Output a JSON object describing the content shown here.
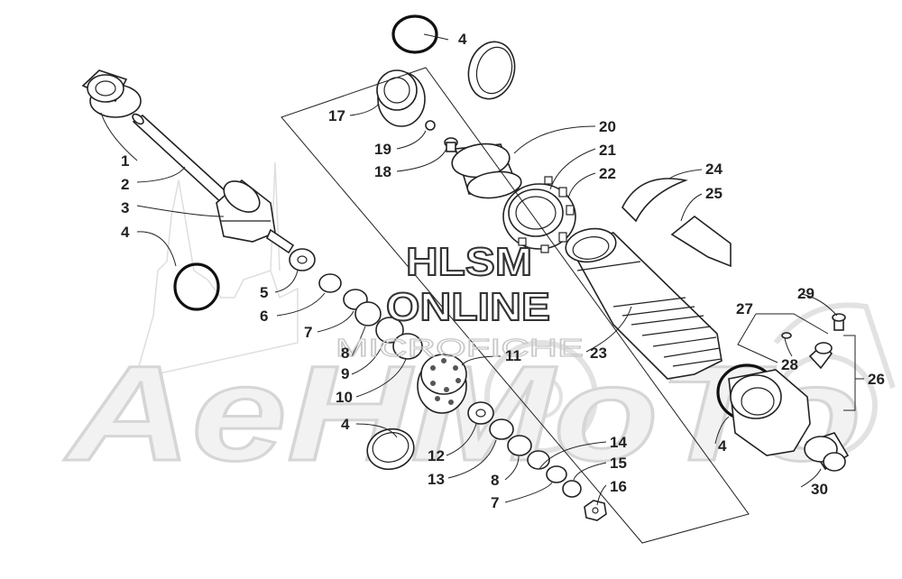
{
  "watermark": {
    "title_line1": "HLSM",
    "title_line2": "ONLINE",
    "subtitle": "MICROFICHE",
    "brand": "AeHMoTo"
  },
  "callouts": [
    {
      "id": "c1",
      "label": "1"
    },
    {
      "id": "c2",
      "label": "2"
    },
    {
      "id": "c3",
      "label": "3"
    },
    {
      "id": "c4a",
      "label": "4"
    },
    {
      "id": "c4b",
      "label": "4"
    },
    {
      "id": "c4c",
      "label": "4"
    },
    {
      "id": "c4d",
      "label": "4"
    },
    {
      "id": "c5",
      "label": "5"
    },
    {
      "id": "c6",
      "label": "6"
    },
    {
      "id": "c7a",
      "label": "7"
    },
    {
      "id": "c7b",
      "label": "7"
    },
    {
      "id": "c8a",
      "label": "8"
    },
    {
      "id": "c8b",
      "label": "8"
    },
    {
      "id": "c9",
      "label": "9"
    },
    {
      "id": "c10",
      "label": "10"
    },
    {
      "id": "c11",
      "label": "11"
    },
    {
      "id": "c12",
      "label": "12"
    },
    {
      "id": "c13",
      "label": "13"
    },
    {
      "id": "c14",
      "label": "14"
    },
    {
      "id": "c15",
      "label": "15"
    },
    {
      "id": "c16",
      "label": "16"
    },
    {
      "id": "c17",
      "label": "17"
    },
    {
      "id": "c18",
      "label": "18"
    },
    {
      "id": "c19",
      "label": "19"
    },
    {
      "id": "c20",
      "label": "20"
    },
    {
      "id": "c21",
      "label": "21"
    },
    {
      "id": "c22",
      "label": "22"
    },
    {
      "id": "c23",
      "label": "23"
    },
    {
      "id": "c24",
      "label": "24"
    },
    {
      "id": "c25",
      "label": "25"
    },
    {
      "id": "c26",
      "label": "26"
    },
    {
      "id": "c27",
      "label": "27"
    },
    {
      "id": "c28",
      "label": "28"
    },
    {
      "id": "c29",
      "label": "29"
    },
    {
      "id": "c30",
      "label": "30"
    }
  ]
}
